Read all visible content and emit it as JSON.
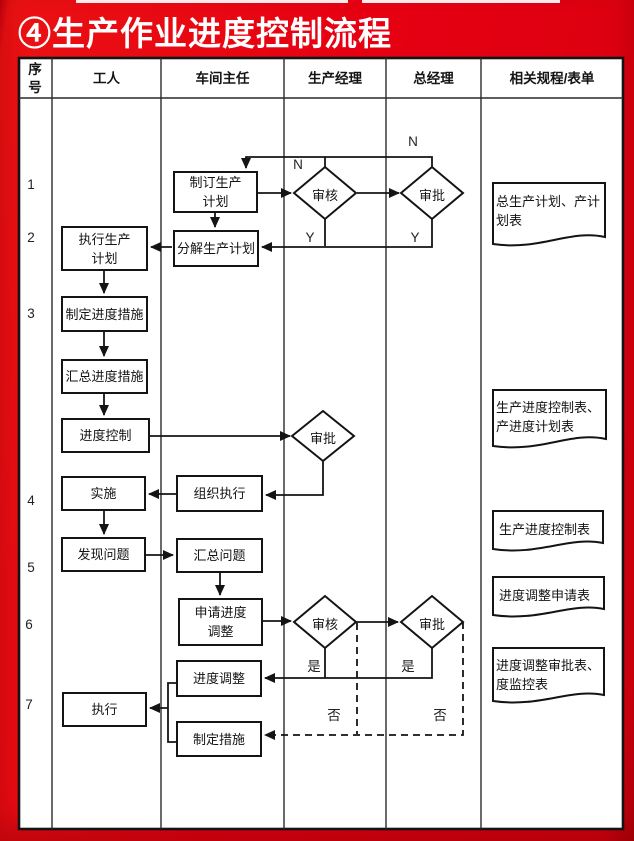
{
  "title": "④生产作业进度控制流程",
  "lanes": {
    "seq": "序\n号",
    "worker": "工人",
    "workshop_director": "车间主任",
    "production_manager": "生产经理",
    "general_manager": "总经理",
    "related_docs": "相关规程/表单"
  },
  "row_numbers": [
    "1",
    "2",
    "3",
    "4",
    "5",
    "6",
    "7"
  ],
  "nodes": {
    "make_plan": "制订生产\n计划",
    "review1": "审核",
    "approve1": "审批",
    "split_plan": "分解生产计划",
    "execute_plan": "执行生产\n计划",
    "make_measures": "制定进度措施",
    "summarize_measures": "汇总进度措施",
    "progress_control": "进度控制",
    "approve2": "审批",
    "organize_execution": "组织执行",
    "implement": "实施",
    "find_problems": "发现问题",
    "summarize_problems": "汇总问题",
    "apply_adjustment": "申请进度\n调整",
    "review2": "审核",
    "approve3": "审批",
    "adjust_progress": "进度调整",
    "make_actions": "制定措施",
    "execute": "执行"
  },
  "documents": [
    "总生产计划、产计\n划表",
    "生产进度控制表、\n产进度计划表",
    "生产进度控制表",
    "进度调整申请表",
    "进度调整审批表、\n度监控表"
  ],
  "edge_labels": {
    "n": "N",
    "y": "Y",
    "yes": "是",
    "no": "否"
  },
  "colors": {
    "background_red": "#e60012",
    "line": "#1a1a1a",
    "text": "#141414",
    "title": "#ffffff"
  }
}
